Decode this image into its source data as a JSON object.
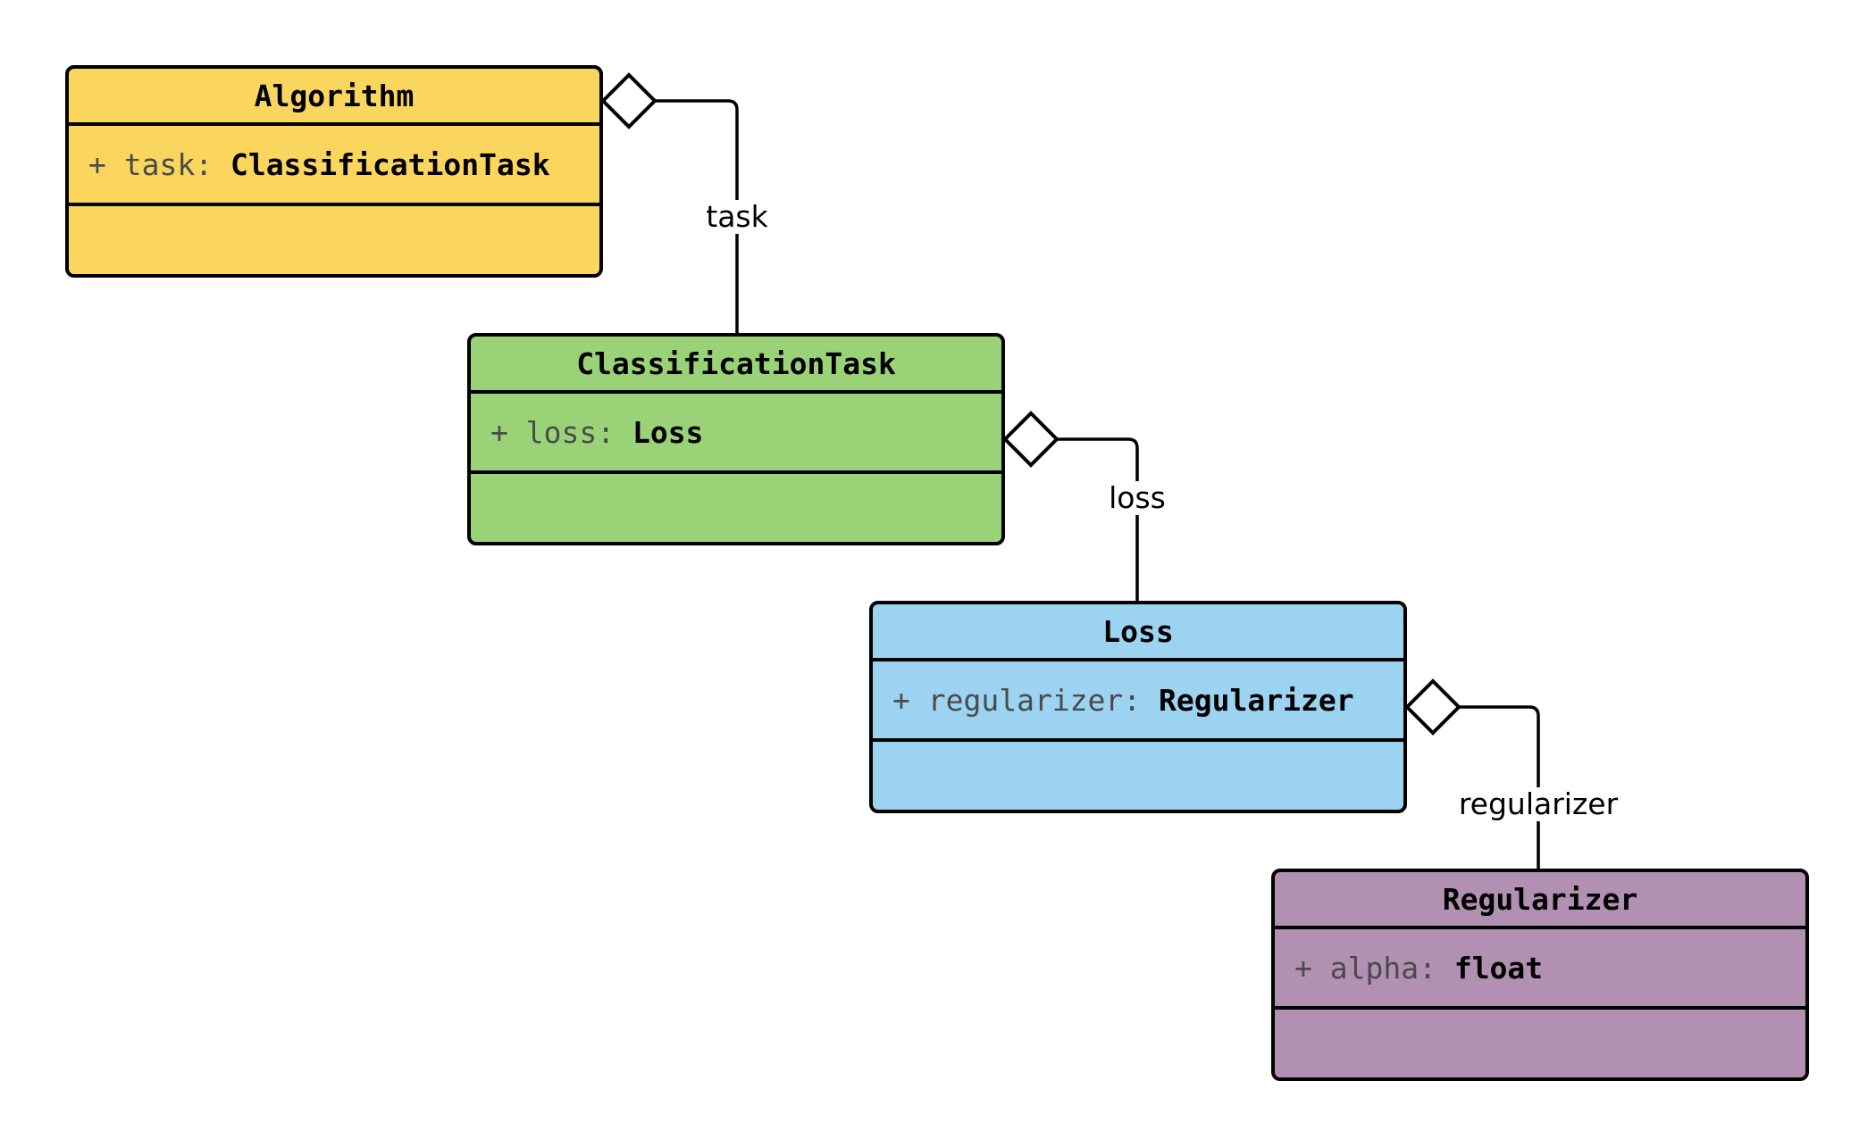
{
  "canvas": {
    "background": "#ffffff"
  },
  "diagram_type": "uml-class-aggregation-chain",
  "classes": [
    {
      "title": "Algorithm",
      "attribute": {
        "prefix": "+ task: ",
        "type": "ClassificationTask"
      },
      "fill": "#FBD65F"
    },
    {
      "title": "ClassificationTask",
      "attribute": {
        "prefix": "+ loss: ",
        "type": "Loss"
      },
      "fill": "#9AD377"
    },
    {
      "title": "Loss",
      "attribute": {
        "prefix": "+ regularizer: ",
        "type": "Regularizer"
      },
      "fill": "#9CD3F0"
    },
    {
      "title": "Regularizer",
      "attribute": {
        "prefix": "+ alpha: ",
        "type": "float"
      },
      "fill": "#B190B2"
    }
  ],
  "edges": [
    {
      "label": "task",
      "from": "Algorithm",
      "to": "ClassificationTask",
      "kind": "aggregation"
    },
    {
      "label": "loss",
      "from": "ClassificationTask",
      "to": "Loss",
      "kind": "aggregation"
    },
    {
      "label": "regularizer",
      "from": "Loss",
      "to": "Regularizer",
      "kind": "aggregation"
    }
  ],
  "colors": {
    "border": "#000000",
    "attribute_name_gray": "#4a4a4a",
    "edge": "#000000",
    "diamond_fill": "#ffffff"
  }
}
